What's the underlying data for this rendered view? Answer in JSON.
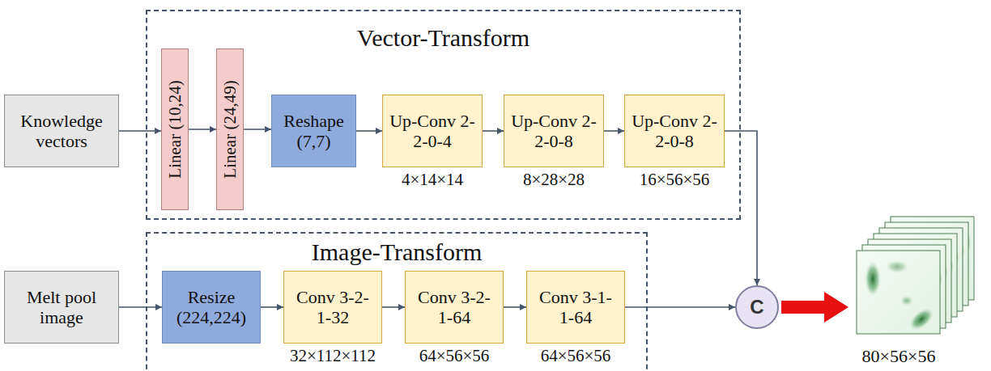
{
  "diagram": {
    "nodes": [
      {
        "text": [
          "Knowledge vectors"
        ]
      },
      {
        "text": [
          "Vector-Transform"
        ]
      },
      {
        "text": [
          "Linear (10,24)"
        ],
        "in": 1
      },
      {
        "text": [
          "Linear (24,49)"
        ],
        "in": 1
      },
      {
        "text": [
          "Reshape (7,7)"
        ],
        "in": 1
      },
      {
        "text": [
          "Up-Conv 2-2-0-4",
          "4×14×14"
        ],
        "in": 1
      },
      {
        "text": [
          "Up-Conv 2-2-0-8",
          "8×28×28"
        ],
        "in": 1
      },
      {
        "text": [
          "Up-Conv 2-2-0-8",
          "16×56×56"
        ],
        "in": 1
      },
      {
        "text": [
          "Melt pool image"
        ]
      },
      {
        "text": [
          "Image-Transform"
        ]
      },
      {
        "text": [
          "Resize (224,224)"
        ],
        "in": 9
      },
      {
        "text": [
          "Conv 3-2-1-32",
          "32×112×112"
        ],
        "in": 9
      },
      {
        "text": [
          "Conv 3-2-1-64",
          "64×56×56"
        ],
        "in": 9
      },
      {
        "text": [
          "Conv 3-1-1-64",
          "64×56×56"
        ],
        "in": 9
      },
      {
        "text": [
          "C"
        ]
      }
    ],
    "edges": [
      {
        "from": 0,
        "to": 2,
        "arrow": "to"
      },
      {
        "from": 2,
        "to": 3,
        "arrow": "to"
      },
      {
        "from": 3,
        "to": 4,
        "arrow": "to"
      },
      {
        "from": 4,
        "to": 5,
        "arrow": "to"
      },
      {
        "from": 5,
        "to": 6,
        "arrow": "to"
      },
      {
        "from": 6,
        "to": 7,
        "arrow": "to"
      },
      {
        "from": 7,
        "to": 14,
        "arrow": "to"
      },
      {
        "from": 8,
        "to": 10,
        "arrow": "to"
      },
      {
        "from": 10,
        "to": 11,
        "arrow": "to"
      },
      {
        "from": 11,
        "to": 12,
        "arrow": "to"
      },
      {
        "from": 12,
        "to": 13,
        "arrow": "to"
      },
      {
        "from": 13,
        "to": 14,
        "arrow": "to"
      }
    ],
    "labels": [
      "80×56×56"
    ]
  }
}
